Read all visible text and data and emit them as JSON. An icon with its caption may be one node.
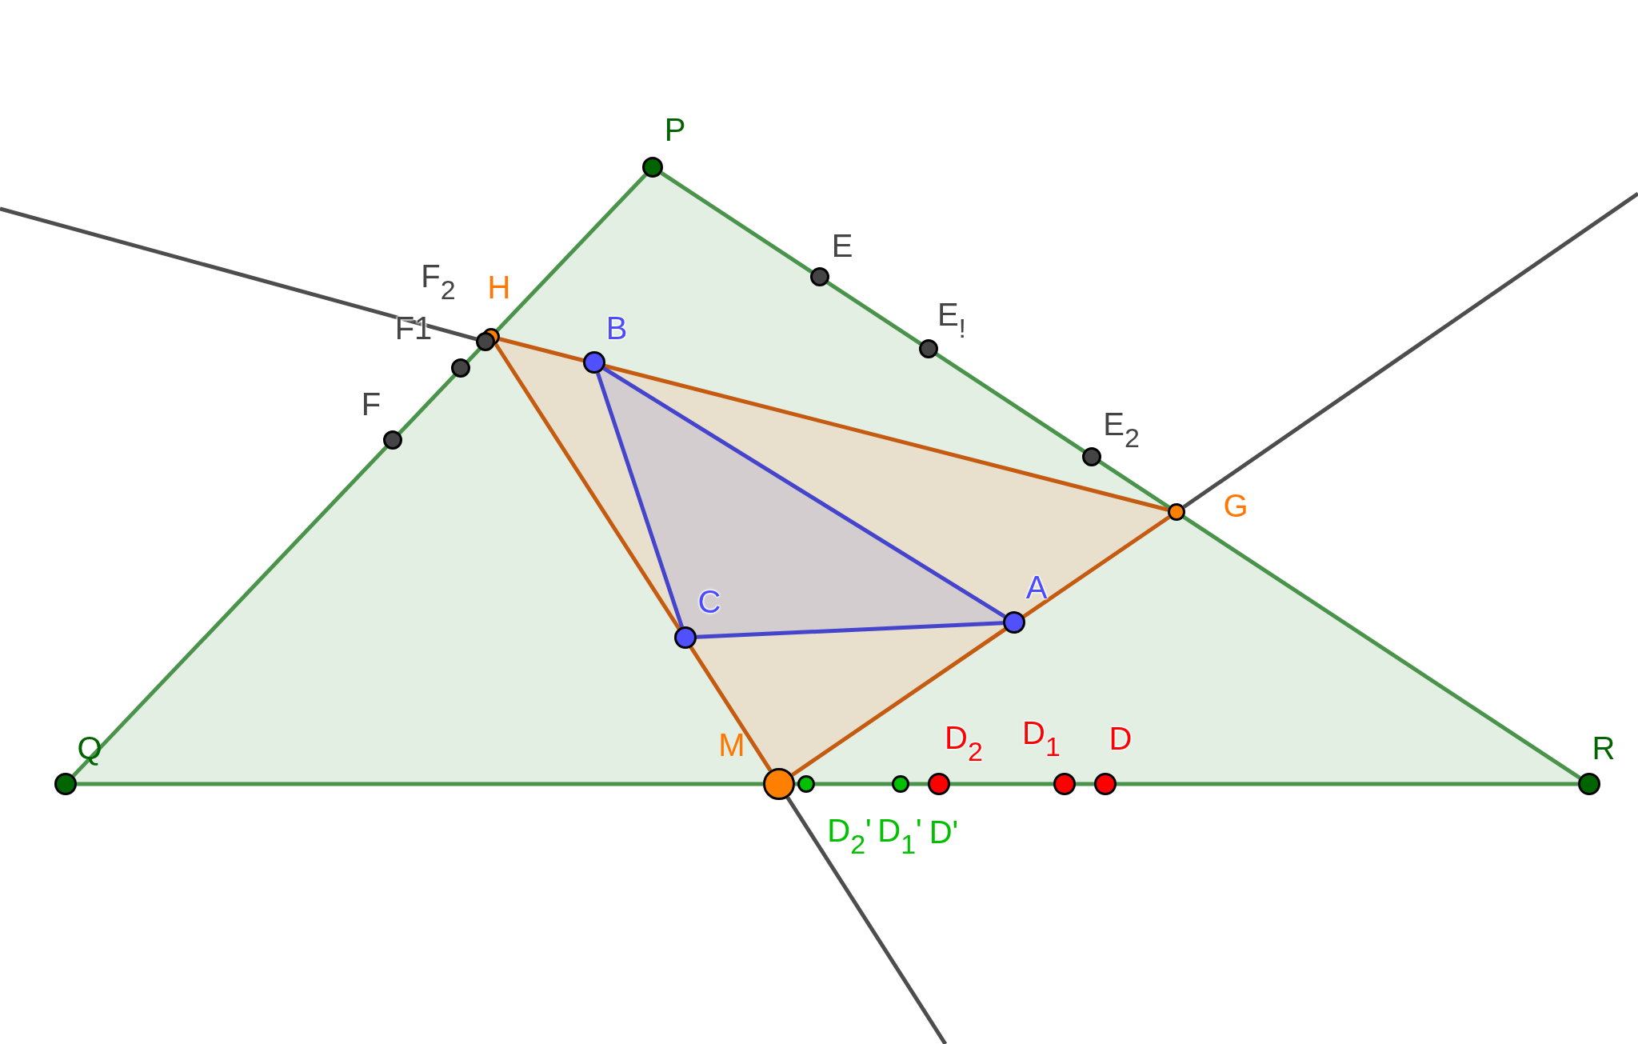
{
  "diagram": {
    "nodes": [
      {
        "text": [],
        "shape": "circle",
        "beside": [
          "P"
        ]
      },
      {
        "text": [],
        "shape": "circle",
        "beside": [
          "E"
        ]
      },
      {
        "text": [],
        "shape": "circle",
        "beside": [
          "F$_{2}$"
        ]
      },
      {
        "text": [],
        "shape": "circle",
        "beside": [
          "H"
        ]
      },
      {
        "text": [],
        "shape": "circle",
        "beside": [
          "F1"
        ]
      },
      {
        "text": [],
        "shape": "circle",
        "beside": [
          "B"
        ]
      },
      {
        "text": [],
        "shape": "circle",
        "beside": [
          "E$_{!}$"
        ]
      },
      {
        "text": [],
        "shape": "circle",
        "beside": [
          "F"
        ]
      },
      {
        "text": [],
        "shape": "circle",
        "beside": [
          "E$_{2}$"
        ]
      },
      {
        "text": [],
        "shape": "circle",
        "beside": [
          "G"
        ]
      },
      {
        "text": [],
        "shape": "circle",
        "beside": [
          "A"
        ]
      },
      {
        "text": [],
        "shape": "circle",
        "beside": [
          "C"
        ]
      },
      {
        "text": [],
        "shape": "circle",
        "beside": [
          "M"
        ]
      },
      {
        "text": [],
        "shape": "circle",
        "beside": [
          "D$_{2}$"
        ]
      },
      {
        "text": [],
        "shape": "circle",
        "beside": [
          "D$_{1}$"
        ]
      },
      {
        "text": [],
        "shape": "circle",
        "beside": [
          "D"
        ]
      },
      {
        "text": [],
        "shape": "circle",
        "beside": [
          "Q"
        ]
      },
      {
        "text": [],
        "shape": "circle",
        "beside": [
          "R"
        ]
      },
      {
        "text": [],
        "shape": "circle",
        "beside": [
          "D$_{2}$'"
        ]
      },
      {
        "text": [],
        "shape": "circle",
        "beside": [
          "D$_{1}$'"
        ]
      }
    ],
    "labels": [
      "D'"
    ],
    "edges": [
      {
        "from": 0,
        "to": 16,
        "arrow": "none",
        "color": "#4a934a"
      },
      {
        "from": 16,
        "to": 12,
        "arrow": "none",
        "color": "#4a934a"
      },
      {
        "from": 12,
        "to": 17,
        "arrow": "none",
        "color": "#4a934a"
      },
      {
        "from": 17,
        "to": 0,
        "arrow": "none",
        "color": "#4a934a"
      },
      {
        "from": 3,
        "to": 9,
        "arrow": "none",
        "color": "#c55a11"
      },
      {
        "from": 9,
        "to": 12,
        "arrow": "none",
        "color": "#c55a11"
      },
      {
        "from": 12,
        "to": 3,
        "arrow": "none",
        "color": "#c55a11"
      },
      {
        "from": 5,
        "to": 11,
        "arrow": "none",
        "color": "#4444cc"
      },
      {
        "from": 11,
        "to": 10,
        "arrow": "none",
        "color": "#4444cc"
      },
      {
        "from": 10,
        "to": 5,
        "arrow": "none",
        "color": "#4444cc"
      },
      {
        "from": 4,
        "to": null,
        "arrow": "none",
        "color": "#4d4d4d"
      },
      {
        "from": 9,
        "to": null,
        "arrow": "none",
        "color": "#4d4d4d"
      },
      {
        "from": 12,
        "to": null,
        "arrow": "none",
        "color": "#4d4d4d"
      }
    ]
  }
}
